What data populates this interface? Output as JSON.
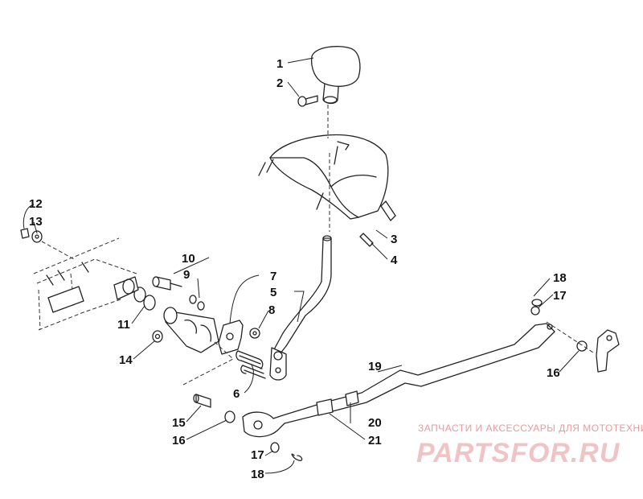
{
  "callouts": [
    {
      "id": "1",
      "label": "1"
    },
    {
      "id": "2",
      "label": "2"
    },
    {
      "id": "3",
      "label": "3"
    },
    {
      "id": "4",
      "label": "4"
    },
    {
      "id": "5",
      "label": "5"
    },
    {
      "id": "6",
      "label": "6"
    },
    {
      "id": "7",
      "label": "7"
    },
    {
      "id": "8",
      "label": "8"
    },
    {
      "id": "9",
      "label": "9"
    },
    {
      "id": "10",
      "label": "10"
    },
    {
      "id": "11",
      "label": "11"
    },
    {
      "id": "12",
      "label": "12"
    },
    {
      "id": "13",
      "label": "13"
    },
    {
      "id": "14",
      "label": "14"
    },
    {
      "id": "15",
      "label": "15"
    },
    {
      "id": "16a",
      "label": "16"
    },
    {
      "id": "16b",
      "label": "16"
    },
    {
      "id": "17a",
      "label": "17"
    },
    {
      "id": "17b",
      "label": "17"
    },
    {
      "id": "18a",
      "label": "18"
    },
    {
      "id": "18b",
      "label": "18"
    },
    {
      "id": "19",
      "label": "19"
    },
    {
      "id": "20",
      "label": "20"
    },
    {
      "id": "21",
      "label": "21"
    }
  ],
  "watermark": {
    "tagline": "ЗАПЧАСТИ И АКСЕССУАРЫ ДЛЯ МОТОТЕХНИКИ",
    "logo": "PARTSFOR.RU"
  }
}
